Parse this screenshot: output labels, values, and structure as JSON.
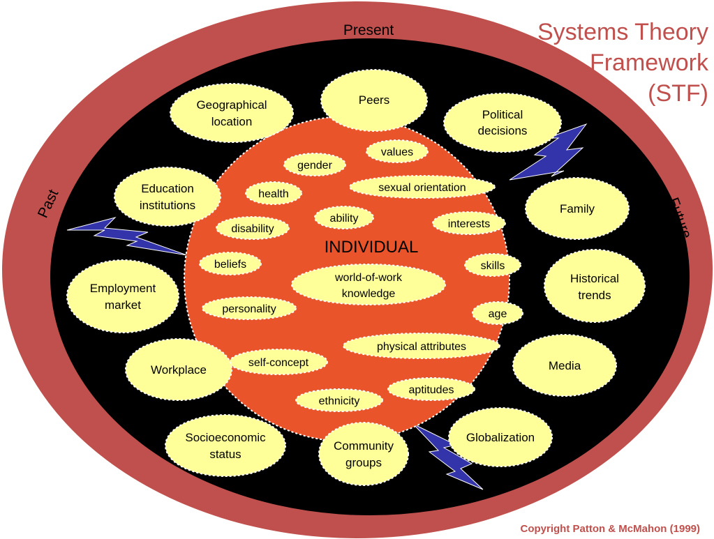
{
  "title": {
    "line1": "Systems Theory",
    "line2": "Framework",
    "line3": "(STF)"
  },
  "time_labels": {
    "present": "Present",
    "past": "Past",
    "future": "Future"
  },
  "center_label": "INDIVIDUAL",
  "individual_factors": {
    "values": "values",
    "gender": "gender",
    "health": "health",
    "sexual_orientation": "sexual orientation",
    "ability": "ability",
    "disability": "disability",
    "interests": "interests",
    "beliefs": "beliefs",
    "skills": "skills",
    "world_of_work_1": "world-of-work",
    "world_of_work_2": "knowledge",
    "personality": "personality",
    "age": "age",
    "physical_attributes": "physical attributes",
    "self_concept": "self-concept",
    "aptitudes": "aptitudes",
    "ethnicity": "ethnicity"
  },
  "system_factors": {
    "peers": "Peers",
    "geo_1": "Geographical",
    "geo_2": "location",
    "pol_1": "Political",
    "pol_2": "decisions",
    "edu_1": "Education",
    "edu_2": "institutions",
    "family": "Family",
    "emp_1": "Employment",
    "emp_2": "market",
    "hist_1": "Historical",
    "hist_2": "trends",
    "workplace": "Workplace",
    "media": "Media",
    "socio_1": "Socioeconomic",
    "socio_2": "status",
    "comm_1": "Community",
    "comm_2": "groups",
    "globalization": "Globalization"
  },
  "copyright": "Copyright Patton & McMahon (1999)",
  "colors": {
    "outer_ring": "#c0504d",
    "inner_field": "#000000",
    "individual": "#e9542b",
    "bubble": "#ffff99",
    "lightning": "#3333aa",
    "title": "#c0504d"
  }
}
